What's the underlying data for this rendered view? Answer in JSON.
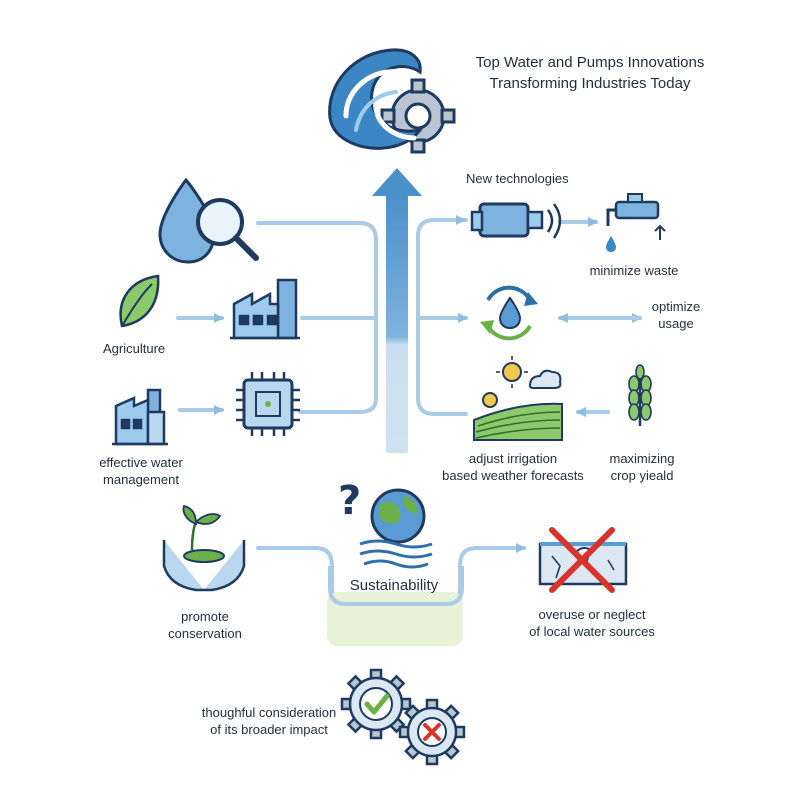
{
  "header": {
    "title_line1": "Top Water and Pumps Innovations",
    "title_line2": "Transforming Industries Today"
  },
  "nodes": {
    "new_technologies": "New technologies",
    "minimize_waste": "minimize waste",
    "optimize_usage_line1": "optimize",
    "optimize_usage_line2": "usage",
    "agriculture": "Agriculture",
    "effective_water_line1": "effective water",
    "effective_water_line2": "management",
    "adjust_irrigation_line1": "adjust irrigation",
    "adjust_irrigation_line2": "based weather forecasts",
    "maximizing_line1": "maximizing",
    "maximizing_line2": "crop yieald",
    "sustainability": "Sustainability",
    "promote_line1": "promote",
    "promote_line2": "conservation",
    "overuse_line1": "overuse or neglect",
    "overuse_line2": "of local water sources",
    "thoughtful_line1": "thoughful consideration",
    "thoughtful_line2": "of its broader impact"
  },
  "colors": {
    "line_blue": "#9cc6e2",
    "arrow_blue": "#4a90c9",
    "icon_blue": "#5b9bd5",
    "dark_navy": "#1e3a5f",
    "leaf_green": "#6cb04a",
    "sustain_bg": "#e6f2d6",
    "cross_red": "#d9342b"
  }
}
